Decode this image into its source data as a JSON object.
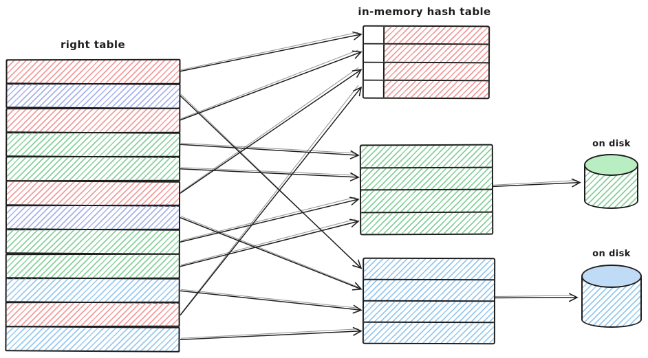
{
  "labels": {
    "right_table": "right table",
    "hash_table": "in-memory hash table",
    "green_disk": "on disk",
    "blue_disk": "on disk"
  },
  "colors": {
    "stroke": "#1d1d1d",
    "red_hatch": "#f09b9b",
    "green_hatch": "#86cf9a",
    "blue_hatch": "#96c8ef",
    "indigo_hatch": "#a4b0ed",
    "green_disk_top": "#b9edc2",
    "blue_disk_top": "#bfdbf5"
  },
  "right_table": {
    "rows": [
      "red",
      "indigo",
      "red",
      "green",
      "green",
      "red",
      "indigo",
      "green",
      "green",
      "blue",
      "red",
      "blue"
    ]
  },
  "hash_table": {
    "row_count": 4,
    "bucket_slots": 4,
    "fill": "red"
  },
  "green_partition": {
    "row_count": 4,
    "fill": "green"
  },
  "blue_partition": {
    "row_count": 4,
    "fill": "blue"
  },
  "arrows": {
    "row_to_partition": [
      {
        "source_row": 1,
        "target": "hash_table",
        "target_row": 1
      },
      {
        "source_row": 3,
        "target": "hash_table",
        "target_row": 2
      },
      {
        "source_row": 6,
        "target": "hash_table",
        "target_row": 3
      },
      {
        "source_row": 11,
        "target": "hash_table",
        "target_row": 4
      },
      {
        "source_row": 4,
        "target": "green_partition",
        "target_row": 1
      },
      {
        "source_row": 5,
        "target": "green_partition",
        "target_row": 2
      },
      {
        "source_row": 8,
        "target": "green_partition",
        "target_row": 3
      },
      {
        "source_row": 9,
        "target": "green_partition",
        "target_row": 4
      },
      {
        "source_row": 2,
        "target": "blue_partition",
        "target_row": 1
      },
      {
        "source_row": 7,
        "target": "blue_partition",
        "target_row": 2
      },
      {
        "source_row": 10,
        "target": "blue_partition",
        "target_row": 3
      },
      {
        "source_row": 12,
        "target": "blue_partition",
        "target_row": 4
      }
    ],
    "partition_to_disk": [
      {
        "source": "green_partition",
        "target": "green_disk"
      },
      {
        "source": "blue_partition",
        "target": "blue_disk"
      }
    ]
  }
}
